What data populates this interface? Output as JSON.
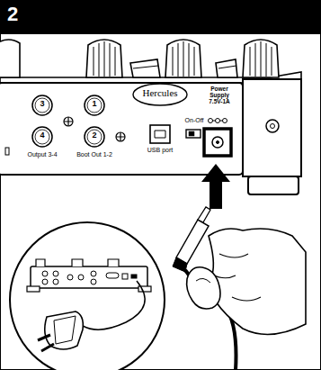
{
  "diagram": {
    "nodes": [
      {
        "text": [
          "2"
        ]
      }
    ],
    "labels": [
      "3",
      "4",
      "1",
      "2",
      "Output 3-4",
      "Boot Out 1-2",
      "Hercules",
      "USB port",
      "On-Off",
      "Power Supply 7.5V-1A"
    ]
  }
}
